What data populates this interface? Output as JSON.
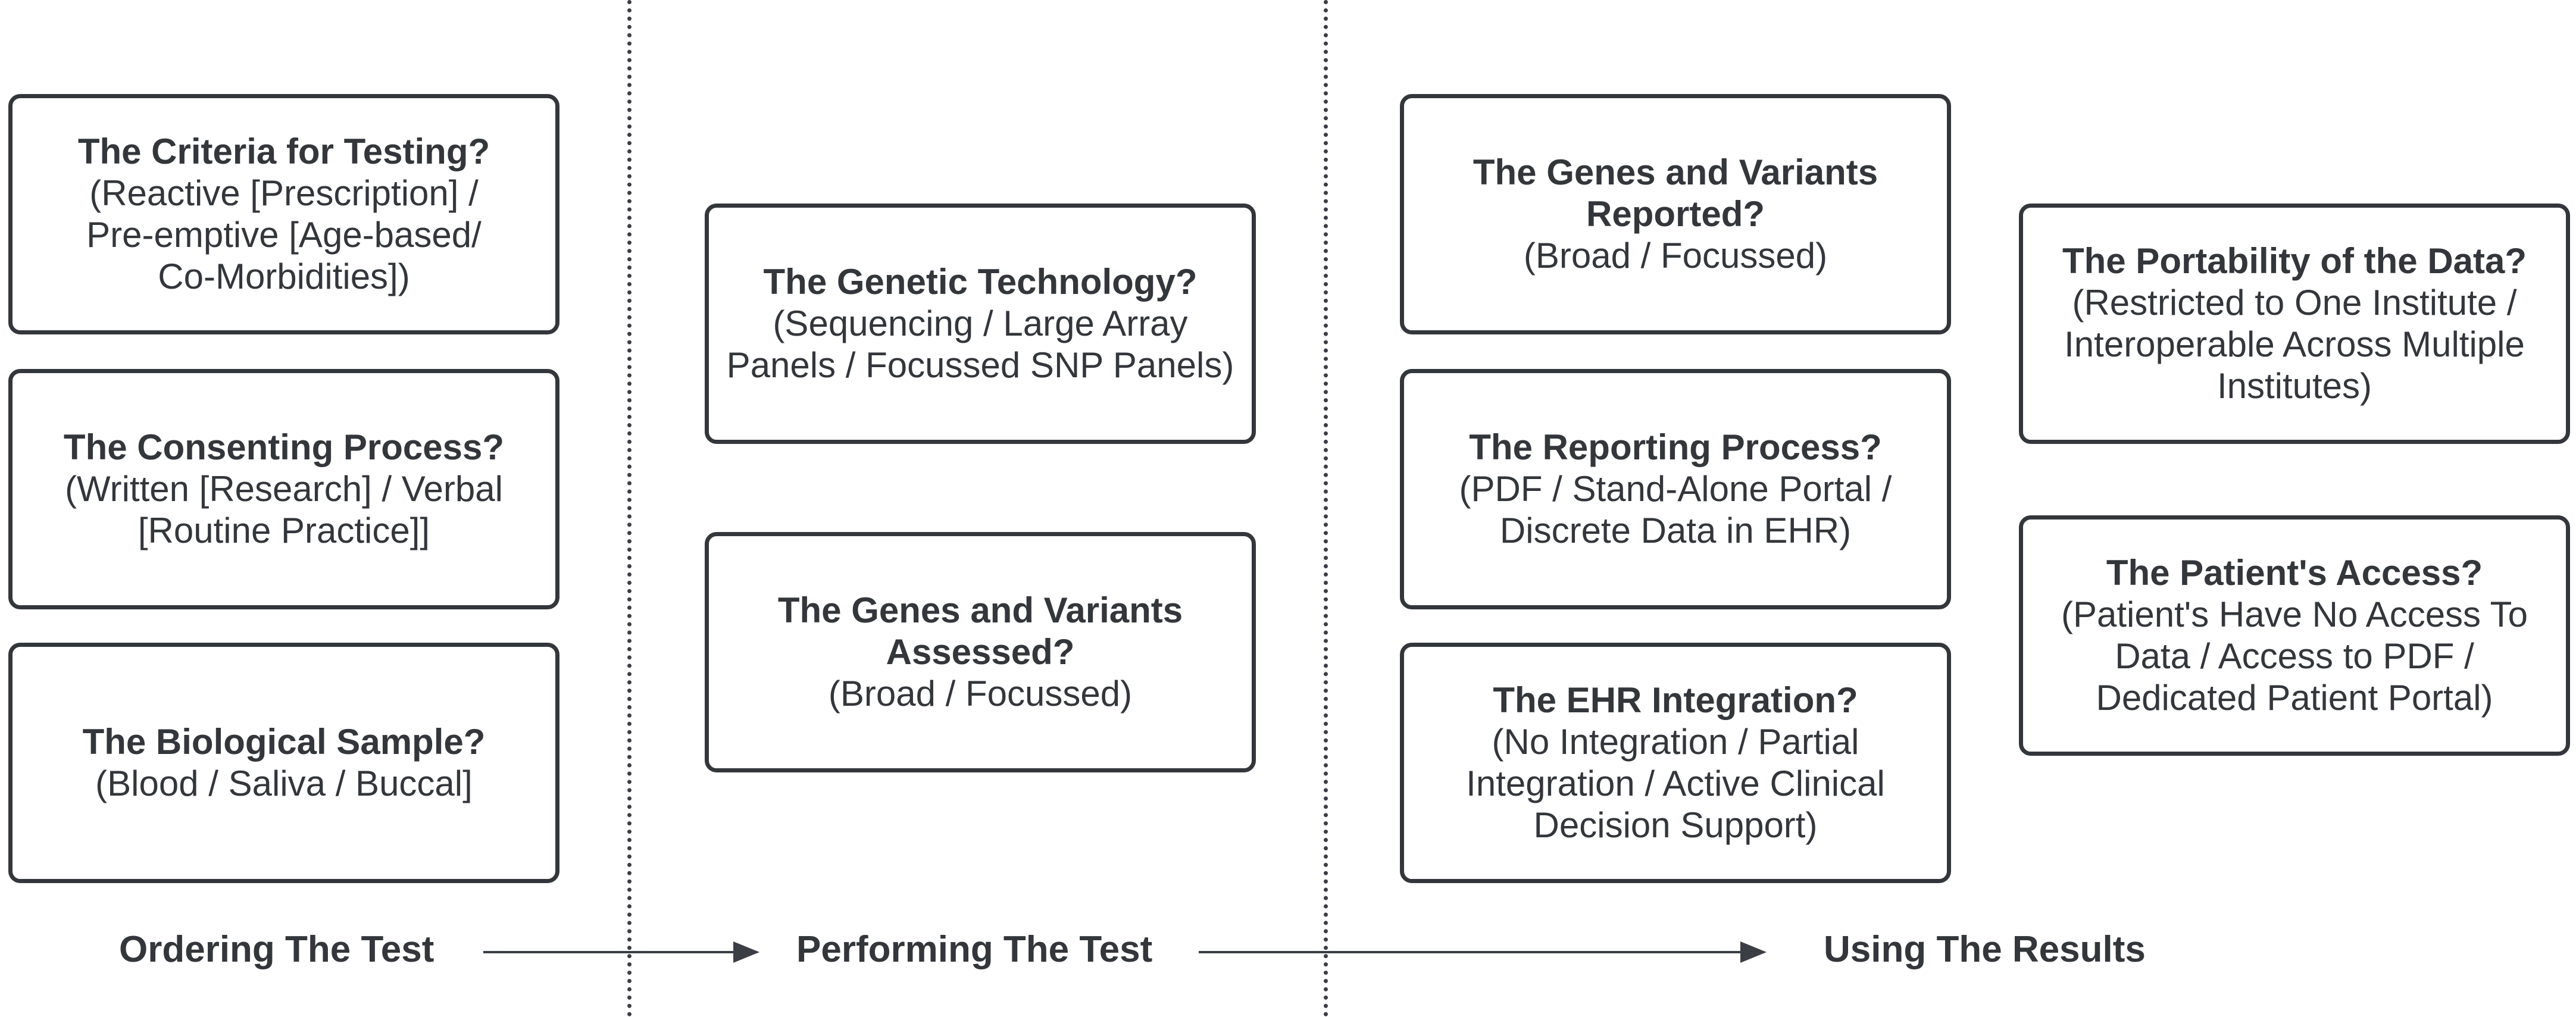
{
  "stages": {
    "ordering": "Ordering The Test",
    "performing": "Performing The Test",
    "using": "Using The Results"
  },
  "boxes": {
    "criteria": {
      "title": "The Criteria for Testing?",
      "desc": "(Reactive [Prescription] / Pre-emptive [Age-based/ Co-Morbidities])"
    },
    "consenting": {
      "title": "The Consenting Process?",
      "desc": "(Written [Research] / Verbal [Routine Practice]]"
    },
    "sample": {
      "title": "The Biological Sample?",
      "desc": "(Blood / Saliva / Buccal]"
    },
    "technology": {
      "title": "The Genetic Technology?",
      "desc": "(Sequencing / Large Array Panels / Focussed SNP Panels)"
    },
    "assessed": {
      "title": "The Genes and Variants Assessed?",
      "desc": "(Broad / Focussed)"
    },
    "reported": {
      "title": "The Genes and Variants Reported?",
      "desc": "(Broad / Focussed)"
    },
    "reporting": {
      "title": "The Reporting Process?",
      "desc": "(PDF / Stand-Alone Portal / Discrete Data in EHR)"
    },
    "ehr": {
      "title": "The EHR Integration?",
      "desc": "(No Integration / Partial Integration / Active Clinical Decision Support)"
    },
    "portability": {
      "title": "The Portability of the Data?",
      "desc": "(Restricted to One Institute / Interoperable Across Multiple Institutes)"
    },
    "access": {
      "title": "The Patient's Access?",
      "desc": "(Patient's Have No Access To Data / Access to PDF / Dedicated Patient Portal)"
    }
  }
}
